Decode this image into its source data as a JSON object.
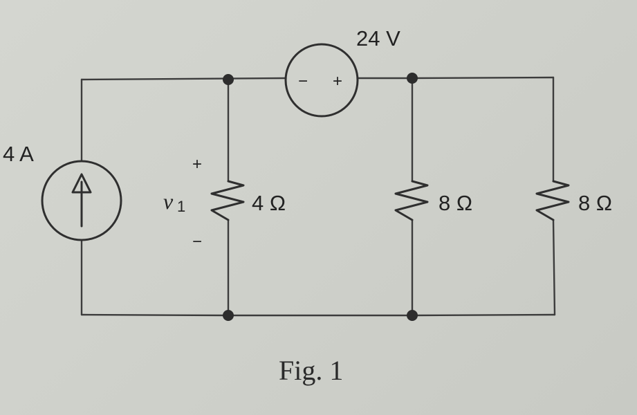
{
  "figure": {
    "caption": "Fig. 1",
    "current_source": {
      "value": "4 A",
      "direction": "up"
    },
    "voltage_source": {
      "value": "24 V",
      "minus": "−",
      "plus": "+"
    },
    "voltage_label": {
      "symbol": "v",
      "subscript": "1",
      "plus": "+",
      "minus": "−"
    },
    "resistors": [
      {
        "value": "4 Ω"
      },
      {
        "value": "8 Ω"
      },
      {
        "value": "8 Ω"
      }
    ]
  }
}
